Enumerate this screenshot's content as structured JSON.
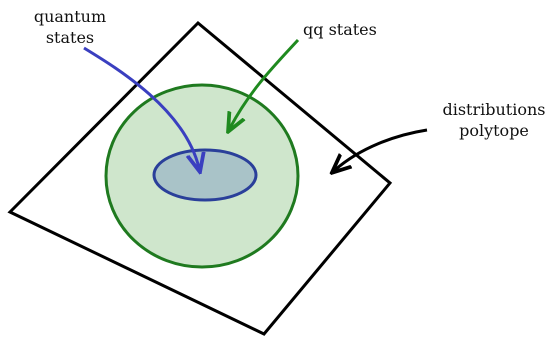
{
  "labels": {
    "quantum_line1": "quantum",
    "quantum_line2": "states",
    "qq": "qq states",
    "distributions_line1": "distributions",
    "distributions_line2": "polytope"
  },
  "colors": {
    "polytope_stroke": "#000000",
    "qq_fill": "#cfe6cc",
    "qq_stroke": "#1f7a1f",
    "quantum_fill": "#a9c3c8",
    "quantum_stroke": "#2a3f9a",
    "quantum_arrow": "#3a3fc0",
    "qq_arrow": "#1f8a1f",
    "polytope_arrow": "#000000"
  }
}
